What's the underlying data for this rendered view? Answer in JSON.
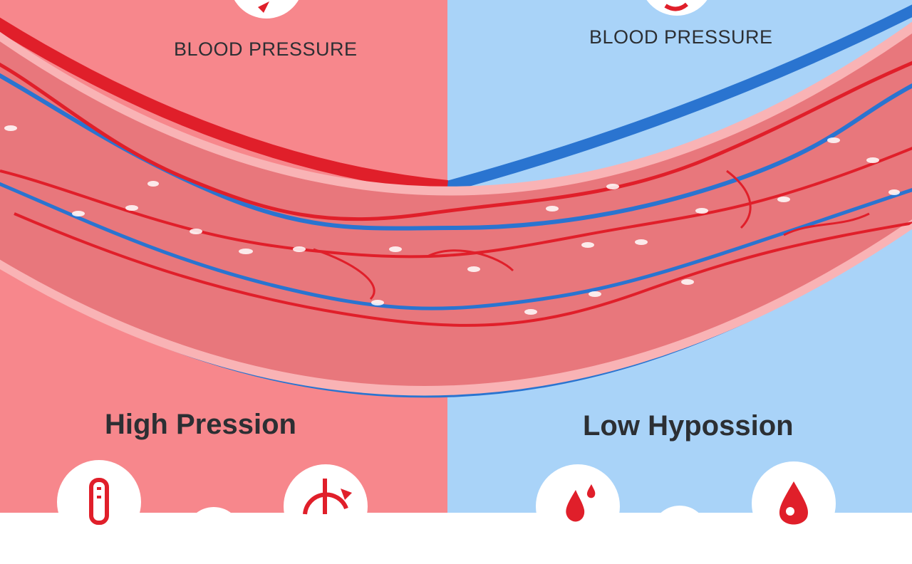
{
  "panels": {
    "left": {
      "title": "BLOOD PRESSURE",
      "heading": "High Pression",
      "color": "#f7878c"
    },
    "right": {
      "title": "BLOOD PRESSURE",
      "heading": "Low Hypossion",
      "color": "#a9d3f8"
    }
  },
  "colors": {
    "artery_red": "#e01f2a",
    "vein_blue": "#2a74d0",
    "vessel_fill": "#e8777c"
  },
  "icons": {
    "left": [
      "gauge-icon",
      "timer-icon",
      "partial-icon"
    ],
    "right": [
      "blood-drop-icon",
      "blood-drop-icon",
      "partial-icon"
    ]
  }
}
